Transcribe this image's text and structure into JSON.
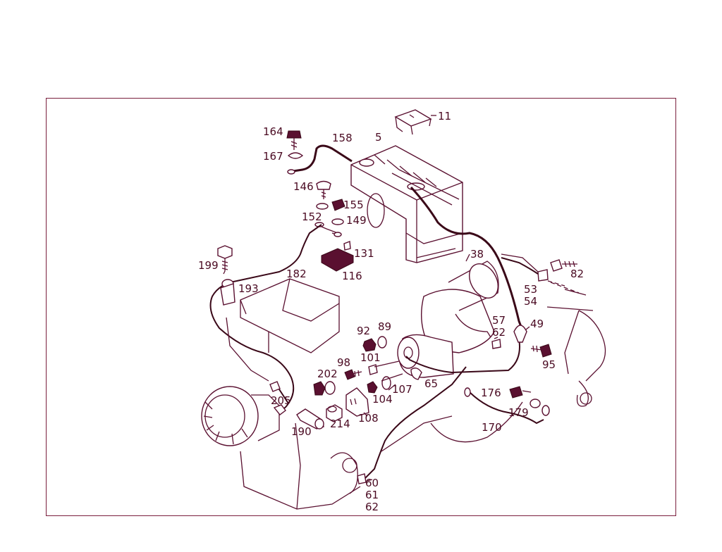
{
  "diagram": {
    "frame_color": "#7a1f3d",
    "line_color": "#5a1030",
    "labels": [
      {
        "id": "11",
        "text": "11"
      },
      {
        "id": "5",
        "text": "5"
      },
      {
        "id": "158",
        "text": "158"
      },
      {
        "id": "164",
        "text": "164"
      },
      {
        "id": "167",
        "text": "167"
      },
      {
        "id": "146",
        "text": "146"
      },
      {
        "id": "155",
        "text": "155"
      },
      {
        "id": "152",
        "text": "152"
      },
      {
        "id": "149",
        "text": "149"
      },
      {
        "id": "131",
        "text": "131"
      },
      {
        "id": "116",
        "text": "116"
      },
      {
        "id": "199",
        "text": "199"
      },
      {
        "id": "182",
        "text": "182"
      },
      {
        "id": "193",
        "text": "193"
      },
      {
        "id": "38",
        "text": "38"
      },
      {
        "id": "82",
        "text": "82"
      },
      {
        "id": "53",
        "text": "53"
      },
      {
        "id": "54",
        "text": "54"
      },
      {
        "id": "49",
        "text": "49"
      },
      {
        "id": "57",
        "text": "57"
      },
      {
        "id": "62a",
        "text": "62"
      },
      {
        "id": "95",
        "text": "95"
      },
      {
        "id": "92",
        "text": "92"
      },
      {
        "id": "89",
        "text": "89"
      },
      {
        "id": "98",
        "text": "98"
      },
      {
        "id": "101",
        "text": "101"
      },
      {
        "id": "202",
        "text": "202"
      },
      {
        "id": "107",
        "text": "107"
      },
      {
        "id": "65",
        "text": "65"
      },
      {
        "id": "104",
        "text": "104"
      },
      {
        "id": "176",
        "text": "176"
      },
      {
        "id": "179",
        "text": "179"
      },
      {
        "id": "205",
        "text": "205"
      },
      {
        "id": "108",
        "text": "108"
      },
      {
        "id": "214",
        "text": "214"
      },
      {
        "id": "190",
        "text": "190"
      },
      {
        "id": "170",
        "text": "170"
      },
      {
        "id": "60",
        "text": "60"
      },
      {
        "id": "61",
        "text": "61"
      },
      {
        "id": "62b",
        "text": "62"
      }
    ]
  }
}
